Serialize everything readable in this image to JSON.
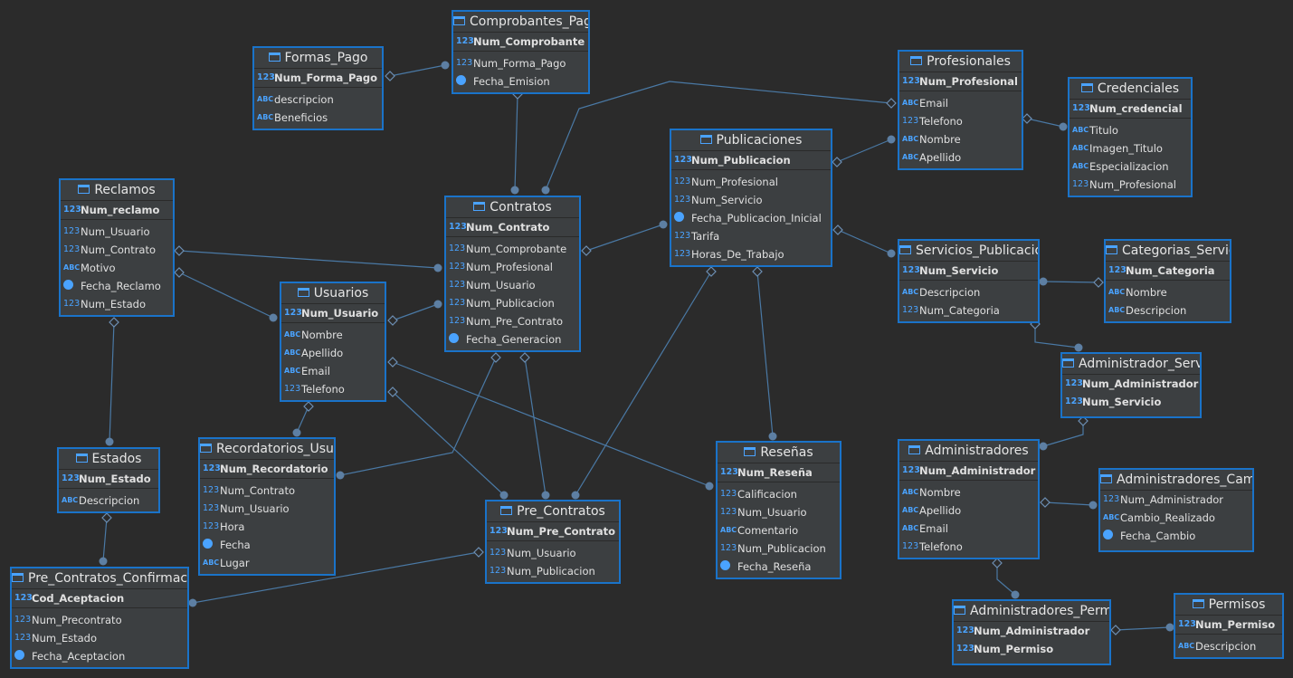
{
  "colors": {
    "background": "#2b2b2b",
    "table_bg": "#3c3f41",
    "border": "#1a73c9",
    "link": "#4a79a5",
    "icon": "#4aa3ff",
    "text": "#e0e0e0"
  },
  "tables": [
    {
      "id": "formas_pago",
      "name": "Formas_Pago",
      "pk": [
        {
          "type": "123",
          "name": "Num_Forma_Pago"
        }
      ],
      "columns": [
        {
          "type": "ABC",
          "name": "descripcion"
        },
        {
          "type": "ABC",
          "name": "Beneficios"
        }
      ]
    },
    {
      "id": "comprobantes_pago",
      "name": "Comprobantes_Pag",
      "pk": [
        {
          "type": "123",
          "name": "Num_Comprobante"
        }
      ],
      "columns": [
        {
          "type": "123",
          "name": "Num_Forma_Pago"
        },
        {
          "type": "date",
          "name": "Fecha_Emision"
        }
      ]
    },
    {
      "id": "profesionales",
      "name": "Profesionales",
      "pk": [
        {
          "type": "123",
          "name": "Num_Profesional"
        }
      ],
      "columns": [
        {
          "type": "ABC",
          "name": "Email"
        },
        {
          "type": "123",
          "name": "Telefono"
        },
        {
          "type": "ABC",
          "name": "Nombre"
        },
        {
          "type": "ABC",
          "name": "Apellido"
        }
      ]
    },
    {
      "id": "credenciales",
      "name": "Credenciales",
      "pk": [
        {
          "type": "123",
          "name": "Num_credencial"
        }
      ],
      "columns": [
        {
          "type": "ABC",
          "name": "Titulo"
        },
        {
          "type": "ABC",
          "name": "Imagen_Titulo"
        },
        {
          "type": "ABC",
          "name": "Especializacion"
        },
        {
          "type": "123",
          "name": "Num_Profesional"
        }
      ]
    },
    {
      "id": "publicaciones",
      "name": "Publicaciones",
      "pk": [
        {
          "type": "123",
          "name": "Num_Publicacion"
        }
      ],
      "columns": [
        {
          "type": "123",
          "name": "Num_Profesional"
        },
        {
          "type": "123",
          "name": "Num_Servicio"
        },
        {
          "type": "date",
          "name": "Fecha_Publicacion_Inicial"
        },
        {
          "type": "123",
          "name": "Tarifa"
        },
        {
          "type": "123",
          "name": "Horas_De_Trabajo"
        }
      ]
    },
    {
      "id": "reclamos",
      "name": "Reclamos",
      "pk": [
        {
          "type": "123",
          "name": "Num_reclamo"
        }
      ],
      "columns": [
        {
          "type": "123",
          "name": "Num_Usuario"
        },
        {
          "type": "123",
          "name": "Num_Contrato"
        },
        {
          "type": "ABC",
          "name": "Motivo"
        },
        {
          "type": "date",
          "name": "Fecha_Reclamo"
        },
        {
          "type": "123",
          "name": "Num_Estado"
        }
      ]
    },
    {
      "id": "contratos",
      "name": "Contratos",
      "pk": [
        {
          "type": "123",
          "name": "Num_Contrato"
        }
      ],
      "columns": [
        {
          "type": "123",
          "name": "Num_Comprobante"
        },
        {
          "type": "123",
          "name": "Num_Profesional"
        },
        {
          "type": "123",
          "name": "Num_Usuario"
        },
        {
          "type": "123",
          "name": "Num_Publicacion"
        },
        {
          "type": "123",
          "name": "Num_Pre_Contrato"
        },
        {
          "type": "date",
          "name": "Fecha_Generacion"
        }
      ]
    },
    {
      "id": "servicios_publicacion",
      "name": "Servicios_Publicacio",
      "pk": [
        {
          "type": "123",
          "name": "Num_Servicio"
        }
      ],
      "columns": [
        {
          "type": "ABC",
          "name": "Descripcion"
        },
        {
          "type": "123",
          "name": "Num_Categoria"
        }
      ]
    },
    {
      "id": "categorias_servicio",
      "name": "Categorias_Servic",
      "pk": [
        {
          "type": "123",
          "name": "Num_Categoria"
        }
      ],
      "columns": [
        {
          "type": "ABC",
          "name": "Nombre"
        },
        {
          "type": "ABC",
          "name": "Descripcion"
        }
      ]
    },
    {
      "id": "usuarios",
      "name": "Usuarios",
      "pk": [
        {
          "type": "123",
          "name": "Num_Usuario"
        }
      ],
      "columns": [
        {
          "type": "ABC",
          "name": "Nombre"
        },
        {
          "type": "ABC",
          "name": "Apellido"
        },
        {
          "type": "ABC",
          "name": "Email"
        },
        {
          "type": "123",
          "name": "Telefono"
        }
      ]
    },
    {
      "id": "administrador_servicio",
      "name": "Administrador_Servi",
      "pk": [
        {
          "type": "123",
          "name": "Num_Administrador"
        },
        {
          "type": "123",
          "name": "Num_Servicio"
        }
      ],
      "columns": []
    },
    {
      "id": "estados",
      "name": "Estados",
      "pk": [
        {
          "type": "123",
          "name": "Num_Estado"
        }
      ],
      "columns": [
        {
          "type": "ABC",
          "name": "Descripcion"
        }
      ]
    },
    {
      "id": "recordatorios_usuario",
      "name": "Recordatorios_Usua",
      "pk": [
        {
          "type": "123",
          "name": "Num_Recordatorio"
        }
      ],
      "columns": [
        {
          "type": "123",
          "name": "Num_Contrato"
        },
        {
          "type": "123",
          "name": "Num_Usuario"
        },
        {
          "type": "123",
          "name": "Hora"
        },
        {
          "type": "date",
          "name": "Fecha"
        },
        {
          "type": "ABC",
          "name": "Lugar"
        }
      ]
    },
    {
      "id": "resenas",
      "name": "Reseñas",
      "pk": [
        {
          "type": "123",
          "name": "Num_Reseña"
        }
      ],
      "columns": [
        {
          "type": "123",
          "name": "Calificacion"
        },
        {
          "type": "123",
          "name": "Num_Usuario"
        },
        {
          "type": "ABC",
          "name": "Comentario"
        },
        {
          "type": "123",
          "name": "Num_Publicacion"
        },
        {
          "type": "date",
          "name": "Fecha_Reseña"
        }
      ]
    },
    {
      "id": "administradores",
      "name": "Administradores",
      "pk": [
        {
          "type": "123",
          "name": "Num_Administrador"
        }
      ],
      "columns": [
        {
          "type": "ABC",
          "name": "Nombre"
        },
        {
          "type": "ABC",
          "name": "Apellido"
        },
        {
          "type": "ABC",
          "name": "Email"
        },
        {
          "type": "123",
          "name": "Telefono"
        }
      ]
    },
    {
      "id": "administradores_cambios",
      "name": "Administradores_Camb",
      "pk": [],
      "columns": [
        {
          "type": "123",
          "name": "Num_Administrador"
        },
        {
          "type": "ABC",
          "name": "Cambio_Realizado"
        },
        {
          "type": "date",
          "name": "Fecha_Cambio"
        }
      ]
    },
    {
      "id": "pre_contratos",
      "name": "Pre_Contratos",
      "pk": [
        {
          "type": "123",
          "name": "Num_Pre_Contrato"
        }
      ],
      "columns": [
        {
          "type": "123",
          "name": "Num_Usuario"
        },
        {
          "type": "123",
          "name": "Num_Publicacion"
        }
      ]
    },
    {
      "id": "pre_contratos_confirmacion",
      "name": "Pre_Contratos_Confirmaci",
      "pk": [
        {
          "type": "123",
          "name": "Cod_Aceptacion"
        }
      ],
      "columns": [
        {
          "type": "123",
          "name": "Num_Precontrato"
        },
        {
          "type": "123",
          "name": "Num_Estado"
        },
        {
          "type": "date",
          "name": "Fecha_Aceptacion"
        }
      ]
    },
    {
      "id": "administradores_permisos",
      "name": "Administradores_Perm",
      "pk": [
        {
          "type": "123",
          "name": "Num_Administrador"
        },
        {
          "type": "123",
          "name": "Num_Permiso"
        }
      ],
      "columns": []
    },
    {
      "id": "permisos",
      "name": "Permisos",
      "pk": [
        {
          "type": "123",
          "name": "Num_Permiso"
        }
      ],
      "columns": [
        {
          "type": "ABC",
          "name": "Descripcion"
        }
      ]
    }
  ],
  "relationships": [
    {
      "from": "formas_pago",
      "to": "comprobantes_pago"
    },
    {
      "from": "comprobantes_pago",
      "to": "contratos"
    },
    {
      "from": "profesionales",
      "to": "contratos"
    },
    {
      "from": "profesionales",
      "to": "credenciales"
    },
    {
      "from": "profesionales",
      "to": "publicaciones"
    },
    {
      "from": "publicaciones",
      "to": "contratos"
    },
    {
      "from": "publicaciones",
      "to": "servicios_publicacion"
    },
    {
      "from": "publicaciones",
      "to": "pre_contratos"
    },
    {
      "from": "publicaciones",
      "to": "resenas"
    },
    {
      "from": "contratos",
      "to": "reclamos"
    },
    {
      "from": "contratos",
      "to": "recordatorios_usuario"
    },
    {
      "from": "pre_contratos",
      "to": "contratos"
    },
    {
      "from": "usuarios",
      "to": "reclamos"
    },
    {
      "from": "usuarios",
      "to": "contratos"
    },
    {
      "from": "usuarios",
      "to": "recordatorios_usuario"
    },
    {
      "from": "usuarios",
      "to": "pre_contratos"
    },
    {
      "from": "usuarios",
      "to": "resenas"
    },
    {
      "from": "estados",
      "to": "reclamos"
    },
    {
      "from": "estados",
      "to": "pre_contratos_confirmacion"
    },
    {
      "from": "pre_contratos",
      "to": "pre_contratos_confirmacion"
    },
    {
      "from": "categorias_servicio",
      "to": "servicios_publicacion"
    },
    {
      "from": "servicios_publicacion",
      "to": "administrador_servicio"
    },
    {
      "from": "administradores",
      "to": "administrador_servicio"
    },
    {
      "from": "administradores",
      "to": "administradores_cambios"
    },
    {
      "from": "administradores",
      "to": "administradores_permisos"
    },
    {
      "from": "permisos",
      "to": "administradores_permisos"
    }
  ]
}
